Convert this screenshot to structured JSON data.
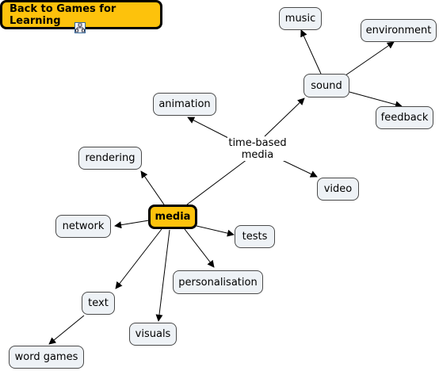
{
  "back_link": {
    "label": "Back to Games for Learning"
  },
  "icons": {
    "link_icon": "concept-map-link-icon"
  },
  "colors": {
    "hub_fill": "#fdc20c",
    "node_fill": "#eef2f6"
  },
  "nodes": {
    "media": "media",
    "time_based_media": "time-based\nmedia",
    "sound": "sound",
    "music": "music",
    "environment": "environment",
    "feedback": "feedback",
    "animation": "animation",
    "video": "video",
    "rendering": "rendering",
    "network": "network",
    "tests": "tests",
    "personalisation": "personalisation",
    "text": "text",
    "visuals": "visuals",
    "word_games": "word games"
  }
}
